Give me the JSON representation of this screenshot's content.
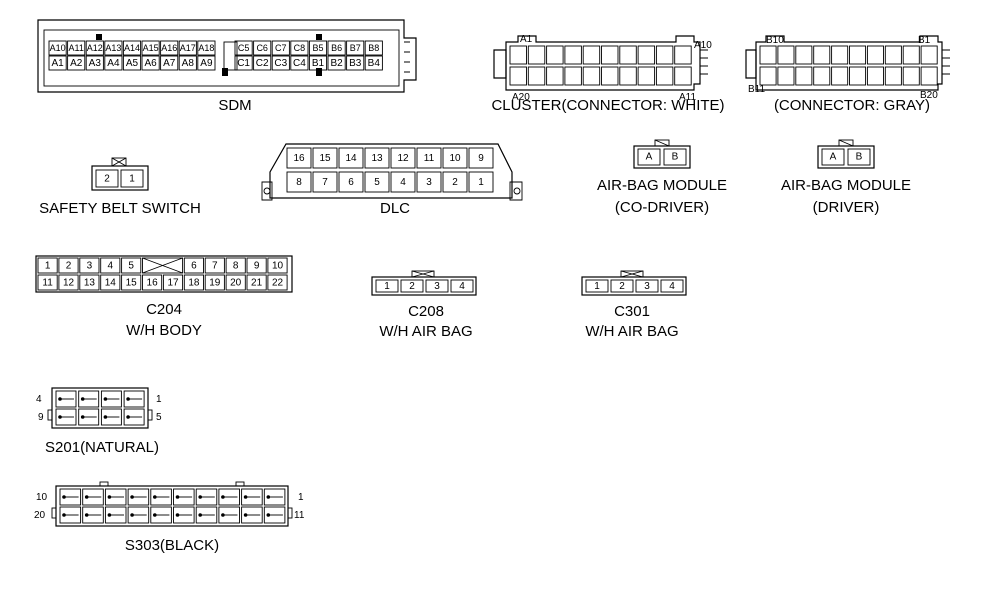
{
  "connectors": {
    "sdm": {
      "label": "SDM",
      "top_row": [
        "A10",
        "A11",
        "A12",
        "A13",
        "A14",
        "A15",
        "A16",
        "A17",
        "A18",
        "",
        "C5",
        "C6",
        "C7",
        "C8",
        "B5",
        "B6",
        "B7",
        "B8"
      ],
      "bottom_row": [
        "A1",
        "A2",
        "A3",
        "A4",
        "A5",
        "A6",
        "A7",
        "A8",
        "A9",
        "",
        "C1",
        "C2",
        "C3",
        "C4",
        "B1",
        "B2",
        "B3",
        "B4"
      ]
    },
    "cluster_white": {
      "label": "CLUSTER(CONNECTOR: WHITE)",
      "pin_top_left": "A1",
      "pin_top_right": "A10",
      "pin_bottom_left": "A20",
      "pin_bottom_right": "A11"
    },
    "cluster_gray": {
      "label": "(CONNECTOR: GRAY)",
      "pin_top_left": "B10",
      "pin_top_right": "B1",
      "pin_bottom_left": "B11",
      "pin_bottom_right": "B20"
    },
    "safety_belt_switch": {
      "label": "SAFETY BELT SWITCH",
      "pins": [
        "2",
        "1"
      ]
    },
    "dlc": {
      "label": "DLC",
      "top_row": [
        "16",
        "15",
        "14",
        "13",
        "12",
        "11",
        "10",
        "9"
      ],
      "bottom_row": [
        "8",
        "7",
        "6",
        "5",
        "4",
        "3",
        "2",
        "1"
      ]
    },
    "airbag_codriver": {
      "label_line1": "AIR-BAG MODULE",
      "label_line2": "(CO-DRIVER)",
      "pins": [
        "A",
        "B"
      ]
    },
    "airbag_driver": {
      "label_line1": "AIR-BAG MODULE",
      "label_line2": "(DRIVER)",
      "pins": [
        "A",
        "B"
      ]
    },
    "c204": {
      "label_line1": "C204",
      "label_line2": "W/H BODY",
      "top_row": [
        "1",
        "2",
        "3",
        "4",
        "5",
        "",
        "6",
        "7",
        "8",
        "9",
        "10"
      ],
      "bottom_row": [
        "11",
        "12",
        "13",
        "14",
        "15",
        "16",
        "17",
        "18",
        "19",
        "20",
        "21",
        "22"
      ]
    },
    "c208": {
      "label_line1": "C208",
      "label_line2": "W/H AIR BAG",
      "pins": [
        "1",
        "2",
        "3",
        "4"
      ]
    },
    "c301": {
      "label_line1": "C301",
      "label_line2": "W/H AIR BAG",
      "pins": [
        "1",
        "2",
        "3",
        "4"
      ]
    },
    "s201": {
      "label": "S201(NATURAL)",
      "pin_top_left": "4",
      "pin_top_right": "1",
      "pin_bottom_left": "9",
      "pin_bottom_right": "5"
    },
    "s303": {
      "label": "S303(BLACK)",
      "pin_top_left": "10",
      "pin_top_right": "1",
      "pin_bottom_left": "20",
      "pin_bottom_right": "11"
    }
  }
}
